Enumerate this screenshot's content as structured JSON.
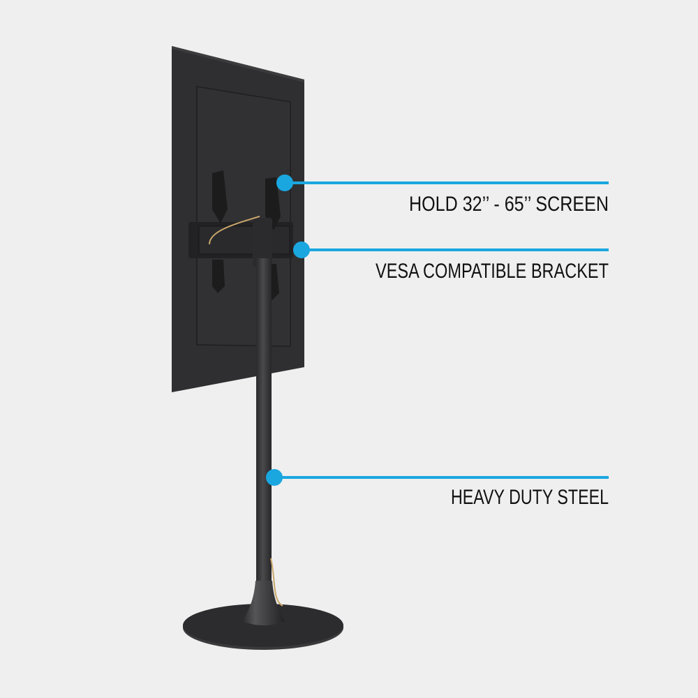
{
  "colors": {
    "background": "#efefef",
    "accent": "#1aa7e0",
    "product": "#2e2e30",
    "text": "#111111"
  },
  "callouts": [
    {
      "label": "HOLD 32’’ - 65’’ SCREEN",
      "icon": "callout-dot-icon"
    },
    {
      "label": "VESA COMPATIBLE BRACKET",
      "icon": "callout-dot-icon"
    },
    {
      "label": "HEAVY DUTY STEEL",
      "icon": "callout-dot-icon"
    }
  ]
}
